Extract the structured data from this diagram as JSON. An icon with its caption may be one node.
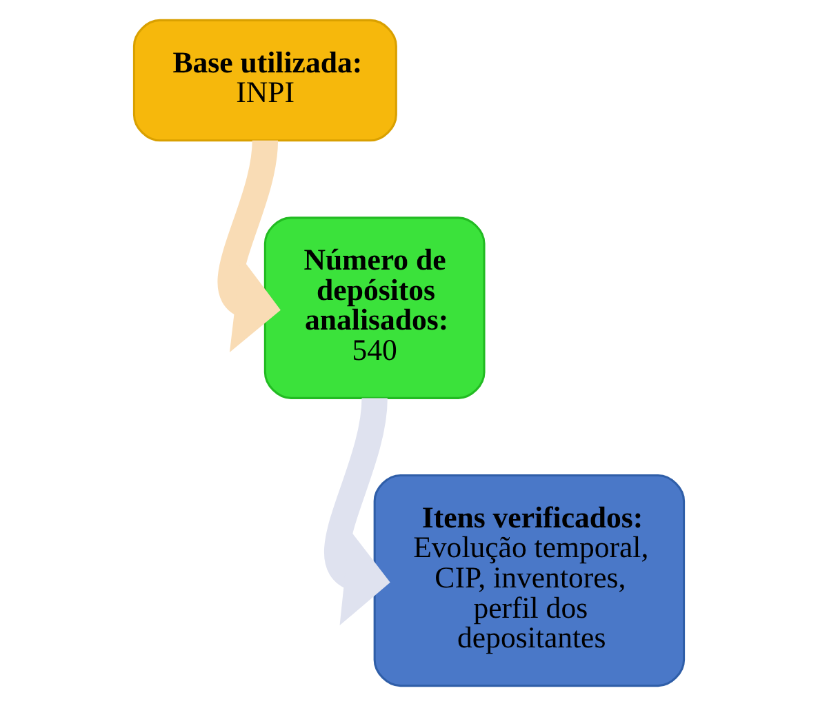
{
  "diagram": {
    "nodes": [
      {
        "text": [
          "Base utilizada:",
          "INPI"
        ]
      },
      {
        "text": [
          "Número de depósitos analisados:",
          "540"
        ]
      },
      {
        "text": [
          "Itens verificados:",
          "Evolução temporal, CIP, inventores, perfil dos depositantes"
        ]
      }
    ],
    "edges": [
      {
        "from": 0,
        "to": 1,
        "arrow": "to",
        "color": "#f9dcb5"
      },
      {
        "from": 1,
        "to": 2,
        "arrow": "to",
        "color": "#dfe2ef"
      }
    ]
  }
}
